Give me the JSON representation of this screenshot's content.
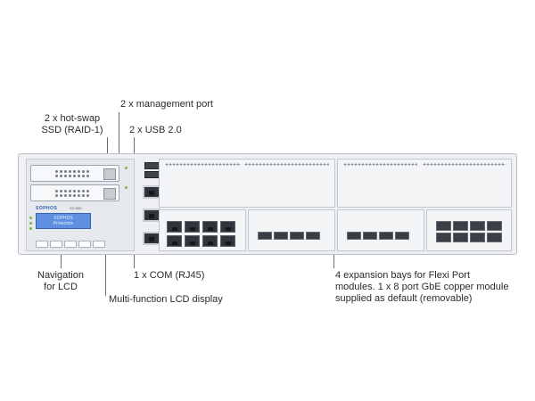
{
  "labels": {
    "mgmt_port": "2 x management port",
    "ssd_line1": "2 x hot-swap",
    "ssd_line2": "SSD (RAID-1)",
    "usb": "2 x USB 2.0",
    "navigation_line1": "Navigation",
    "navigation_line2": "for LCD",
    "com": "1 x COM (RJ45)",
    "lcd_display": "Multi-function LCD display",
    "expansion_line1": "4 expansion bays for Flexi Port",
    "expansion_line2": "modules. 1 x 8 port GbE copper module",
    "expansion_line3": "supplied as default (removable)"
  },
  "device": {
    "brand": "SOPHOS",
    "model": "XG 650",
    "lcd_line1": "SOPHOS",
    "lcd_line2": "Protection"
  },
  "colors": {
    "lcd": "#5e8fe0",
    "chassis": "#eef0f3",
    "ports": "#30353b",
    "leader_lines": "#6b6b6b"
  }
}
